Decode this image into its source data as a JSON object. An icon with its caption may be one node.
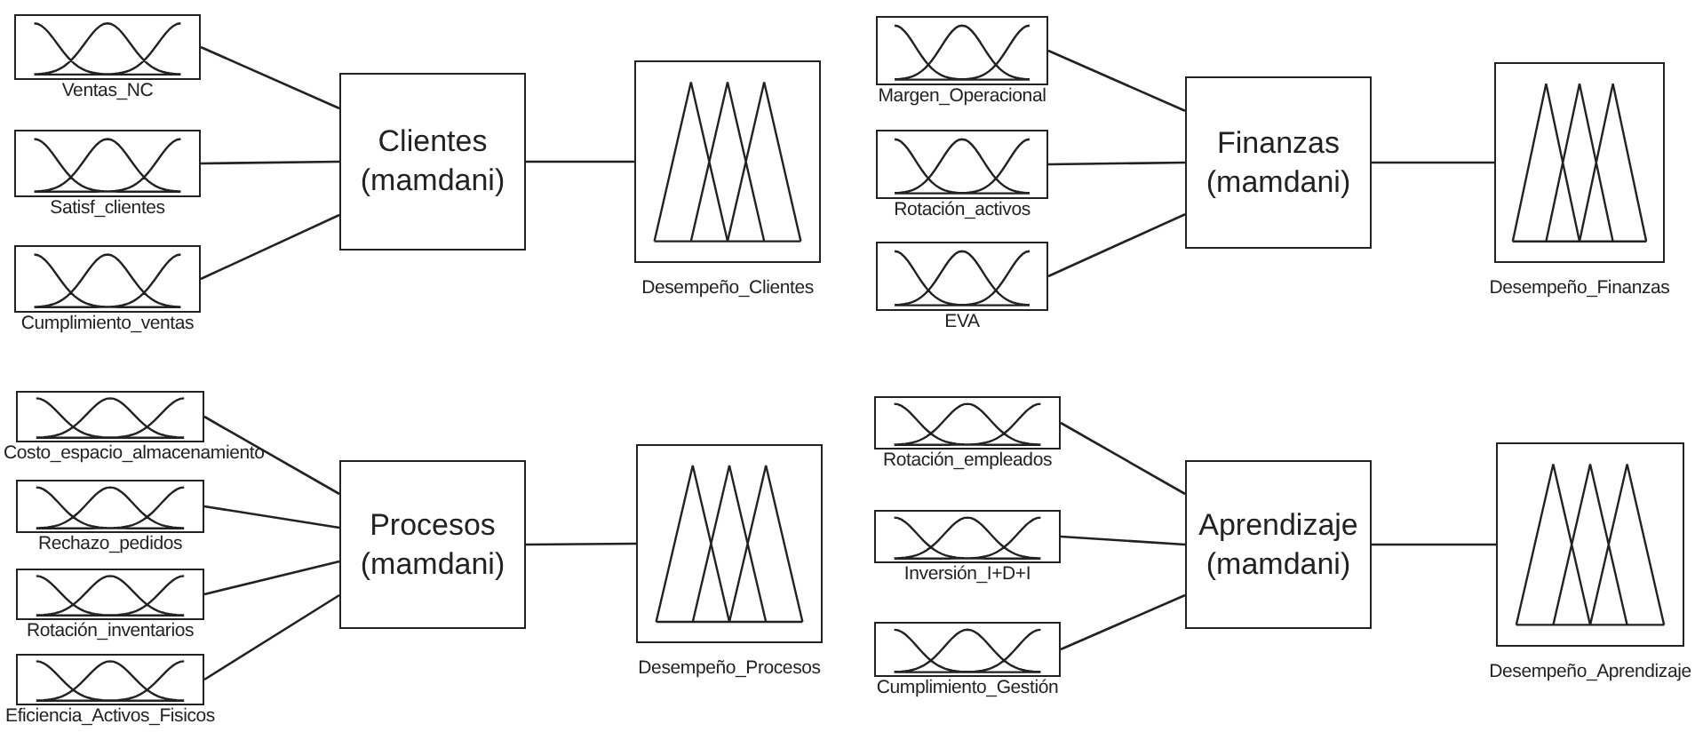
{
  "diagram": {
    "nodes": [
      {
        "text": [
          "Ventas_NC"
        ]
      },
      {
        "text": [
          "Satisf_clientes"
        ]
      },
      {
        "text": [
          "Cumplimiento_ventas"
        ]
      },
      {
        "text": [
          "Clientes (mamdani)"
        ]
      },
      {
        "text": [
          "Desempeño_Clientes"
        ]
      },
      {
        "text": [
          "Margen_Operacional"
        ]
      },
      {
        "text": [
          "Rotación_activos"
        ]
      },
      {
        "text": [
          "EVA"
        ]
      },
      {
        "text": [
          "Finanzas (mamdani)"
        ]
      },
      {
        "text": [
          "Desempeño_Finanzas"
        ]
      },
      {
        "text": [
          "Costo_espacio_almacenamiento"
        ]
      },
      {
        "text": [
          "Rechazo_pedidos"
        ]
      },
      {
        "text": [
          "Rotación_inventarios"
        ]
      },
      {
        "text": [
          "Eficiencia_Activos_Fisicos"
        ]
      },
      {
        "text": [
          "Procesos (mamdani)"
        ]
      },
      {
        "text": [
          "Desempeño_Procesos"
        ]
      },
      {
        "text": [
          "Rotación_empleados"
        ]
      },
      {
        "text": [
          "Inversión_I+D+I"
        ]
      },
      {
        "text": [
          "Cumplimiento_Gestión"
        ]
      },
      {
        "text": [
          "Aprendizaje (mamdani)"
        ]
      },
      {
        "text": [
          "Desempeño_Aprendizaje"
        ]
      }
    ],
    "edges": [
      {
        "from": 0,
        "to": 3,
        "arrow": "none"
      },
      {
        "from": 1,
        "to": 3,
        "arrow": "none"
      },
      {
        "from": 2,
        "to": 3,
        "arrow": "none"
      },
      {
        "from": 3,
        "to": 4,
        "arrow": "none"
      },
      {
        "from": 5,
        "to": 8,
        "arrow": "none"
      },
      {
        "from": 6,
        "to": 8,
        "arrow": "none"
      },
      {
        "from": 7,
        "to": 8,
        "arrow": "none"
      },
      {
        "from": 8,
        "to": 9,
        "arrow": "none"
      },
      {
        "from": 10,
        "to": 14,
        "arrow": "none"
      },
      {
        "from": 11,
        "to": 14,
        "arrow": "none"
      },
      {
        "from": 12,
        "to": 14,
        "arrow": "none"
      },
      {
        "from": 13,
        "to": 14,
        "arrow": "none"
      },
      {
        "from": 14,
        "to": 15,
        "arrow": "none"
      },
      {
        "from": 16,
        "to": 19,
        "arrow": "none"
      },
      {
        "from": 17,
        "to": 19,
        "arrow": "none"
      },
      {
        "from": 18,
        "to": 19,
        "arrow": "none"
      },
      {
        "from": 19,
        "to": 20,
        "arrow": "none"
      }
    ]
  }
}
